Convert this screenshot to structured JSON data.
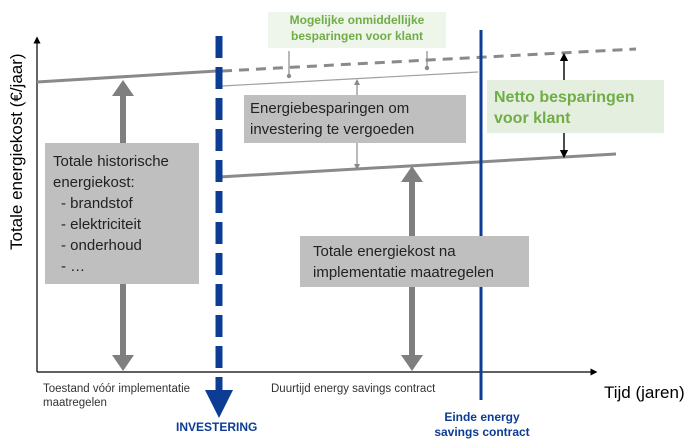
{
  "y_axis_label": "Totale energiekost (€/jaar)",
  "x_axis_label": "Tijd (jaren)",
  "historic_box": {
    "title_line1": "Totale historische",
    "title_line2": "energiekost:",
    "items": [
      "- brandstof",
      "- elektriciteit",
      "- onderhoud",
      "- …"
    ]
  },
  "savings_repay_box": {
    "line1": "Energiebesparingen om",
    "line2": "investering te vergoeden"
  },
  "immediate_savings": {
    "line1": "Mogelijke onmiddellijke",
    "line2": "besparingen voor klant"
  },
  "net_savings": {
    "line1": "Netto besparingen",
    "line2": "voor klant"
  },
  "after_box": {
    "line1": "Totale energiekost na",
    "line2": "implementatie  maatregelen"
  },
  "phase_before": {
    "line1": "Toestand vóór implementatie",
    "line2": "maatregelen"
  },
  "phase_contract": "Duurtijd energy savings contract",
  "investering_label": "INVESTERING",
  "contract_end": {
    "line1": "Einde energy",
    "line2": "savings contract"
  },
  "colors": {
    "green": "#70ad47",
    "navy": "#0d3c94",
    "grey_line": "#8a8a8a",
    "grey_box": "#bfbfbf"
  }
}
